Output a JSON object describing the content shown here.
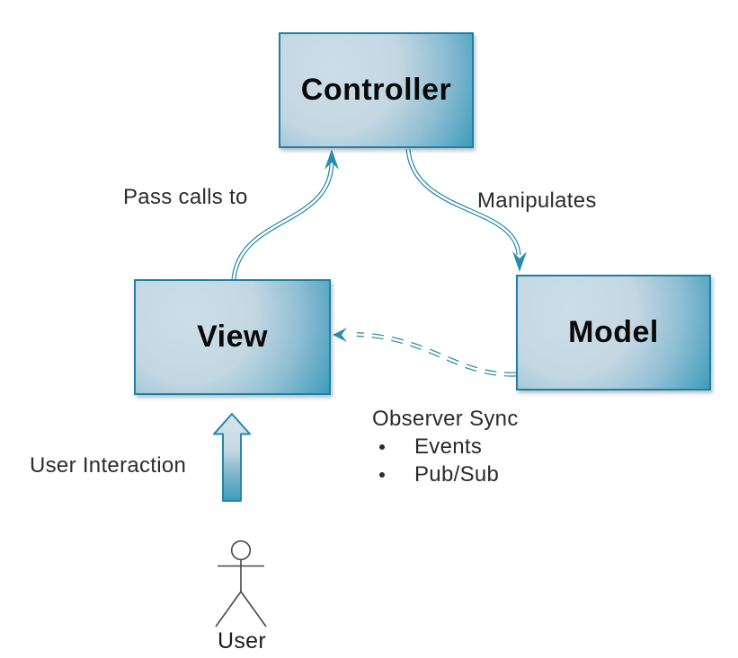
{
  "diagram": {
    "type": "mvc-pattern-diagram",
    "nodes": {
      "controller": {
        "label": "Controller"
      },
      "view": {
        "label": "View"
      },
      "model": {
        "label": "Model"
      }
    },
    "edges": {
      "view_to_controller": {
        "label": "Pass calls to",
        "style": "double-line-curve",
        "arrowhead": "solid"
      },
      "controller_to_model": {
        "label": "Manipulates",
        "style": "double-line-curve",
        "arrowhead": "solid"
      },
      "model_to_view": {
        "label": "Observer Sync",
        "items": [
          "Events",
          "Pub/Sub"
        ],
        "style": "double-line-dashed-curve",
        "arrowhead": "solid"
      },
      "user_to_view": {
        "label": "User Interaction",
        "style": "block-arrow-up"
      }
    },
    "actor": {
      "label": "User"
    },
    "colors": {
      "line_teal": "#2586a8",
      "box_border": "#1e80a3",
      "arrowhead": "#2b8cae",
      "box_fill_light": "#cddee8",
      "box_fill_dark": "#3f9cbc",
      "block_arrow_top": "#d7e4ec",
      "block_arrow_bottom": "#3f9dbe",
      "label_text": "#2b2b2b",
      "node_text": "#0a0a0a",
      "background": "#ffffff"
    }
  }
}
